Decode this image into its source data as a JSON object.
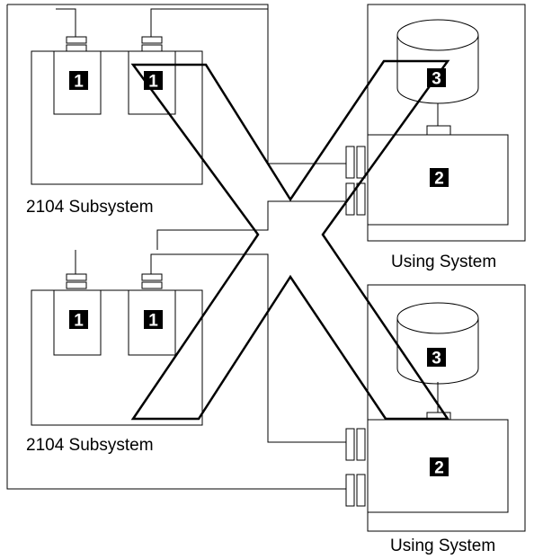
{
  "labels": {
    "subsystem_top": "2104 Subsystem",
    "subsystem_bottom": "2104 Subsystem",
    "using_system_top": "Using System",
    "using_system_bottom": "Using System"
  },
  "markers": {
    "drive": "1",
    "host": "2",
    "disk": "3"
  }
}
